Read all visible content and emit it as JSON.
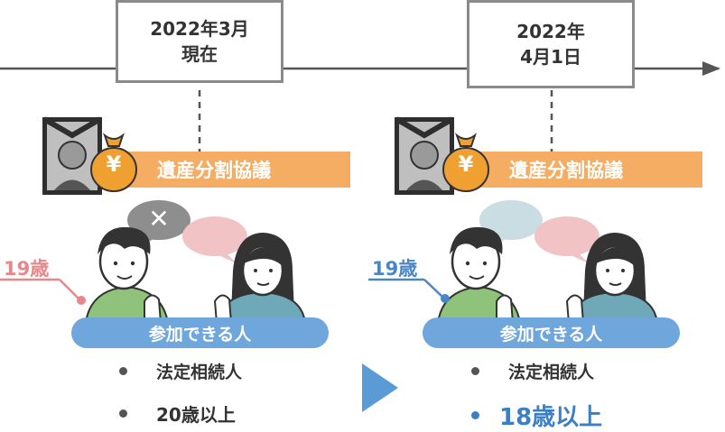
{
  "left": {
    "date_line1": "2022年3月",
    "date_line2": "現在",
    "band_label": "遺産分割協議",
    "age_label": "19歳",
    "pill_label": "参加できる人",
    "bullets": [
      "法定相続人",
      "20歳以上"
    ]
  },
  "right": {
    "date_line1": "2022年",
    "date_line2": "4月1日",
    "band_label": "遺産分割協議",
    "age_label": "19歳",
    "pill_label": "参加できる人",
    "bullets": [
      "法定相続人",
      "18歳以上"
    ]
  },
  "icons": {
    "money_bag_symbol": "¥",
    "refusal_symbol": "✕"
  },
  "colors": {
    "band": "#f5ad64",
    "pill": "#6fa6dc",
    "age_left": "#e8868a",
    "age_right": "#4a86c5",
    "highlight": "#3d7fc4",
    "arrow": "#5b9bd5"
  }
}
